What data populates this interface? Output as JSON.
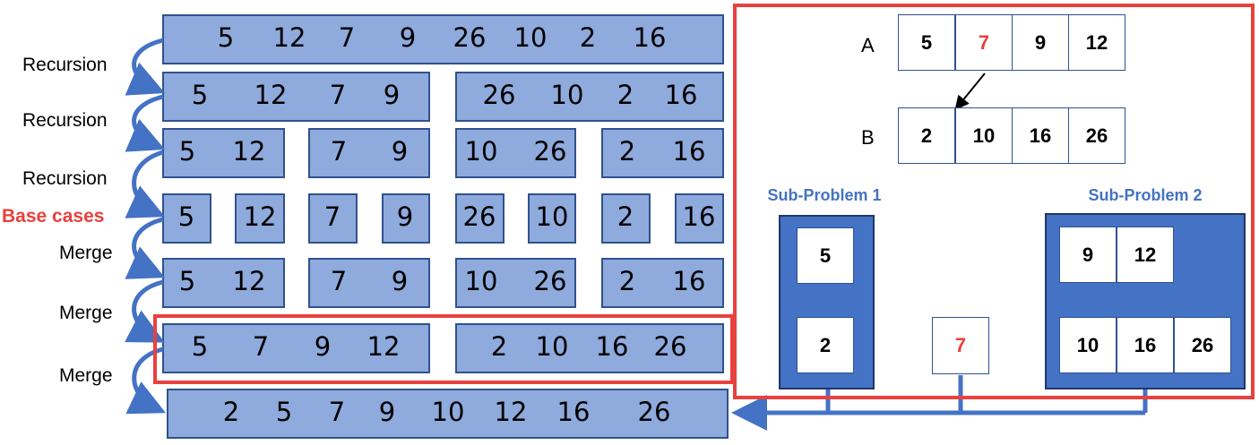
{
  "labels": {
    "recursion1": "Recursion",
    "recursion2": "Recursion",
    "recursion3": "Recursion",
    "base_cases": "Base cases",
    "merge1": "Merge",
    "merge2": "Merge",
    "merge3": "Merge"
  },
  "rows": [
    {
      "groups": [
        [
          "5",
          "12",
          "7",
          "9",
          "26",
          "10",
          "2",
          "16"
        ]
      ]
    },
    {
      "groups": [
        [
          "5",
          "12",
          "7",
          "9"
        ],
        [
          "26",
          "10",
          "2",
          "16"
        ]
      ]
    },
    {
      "groups": [
        [
          "5",
          "12"
        ],
        [
          "7",
          "9"
        ],
        [
          "10",
          "26"
        ],
        [
          "2",
          "16"
        ]
      ]
    },
    {
      "groups": [
        [
          "5"
        ],
        [
          "12"
        ],
        [
          "7"
        ],
        [
          "9"
        ],
        [
          "26"
        ],
        [
          "10"
        ],
        [
          "2"
        ],
        [
          "16"
        ]
      ]
    },
    {
      "groups": [
        [
          "5",
          "12"
        ],
        [
          "7",
          "9"
        ],
        [
          "10",
          "26"
        ],
        [
          "2",
          "16"
        ]
      ]
    },
    {
      "groups": [
        [
          "5",
          "7",
          "9",
          "12"
        ],
        [
          "2",
          "10",
          "16",
          "26"
        ]
      ]
    },
    {
      "groups": [
        [
          "2",
          "5",
          "7",
          "9",
          "10",
          "12",
          "16",
          "26"
        ]
      ]
    }
  ],
  "detail": {
    "array_a_label": "A",
    "array_a": [
      "5",
      "7",
      "9",
      "12"
    ],
    "array_b_label": "B",
    "array_b": [
      "2",
      "10",
      "16",
      "26"
    ],
    "sub_problem_1_title": "Sub-Problem 1",
    "sub_problem_1_top": [
      "5"
    ],
    "sub_problem_1_bottom": [
      "2"
    ],
    "sub_problem_2_title": "Sub-Problem 2",
    "sub_problem_2_top": [
      "9",
      "12"
    ],
    "sub_problem_2_bottom": [
      "10",
      "16",
      "26"
    ],
    "selected_value": "7"
  },
  "colors": {
    "box_fill": "#8faadc",
    "box_border": "#2f528f",
    "arrow": "#4472c4",
    "highlight": "#e8413e",
    "panel_fill": "#4472c4"
  }
}
